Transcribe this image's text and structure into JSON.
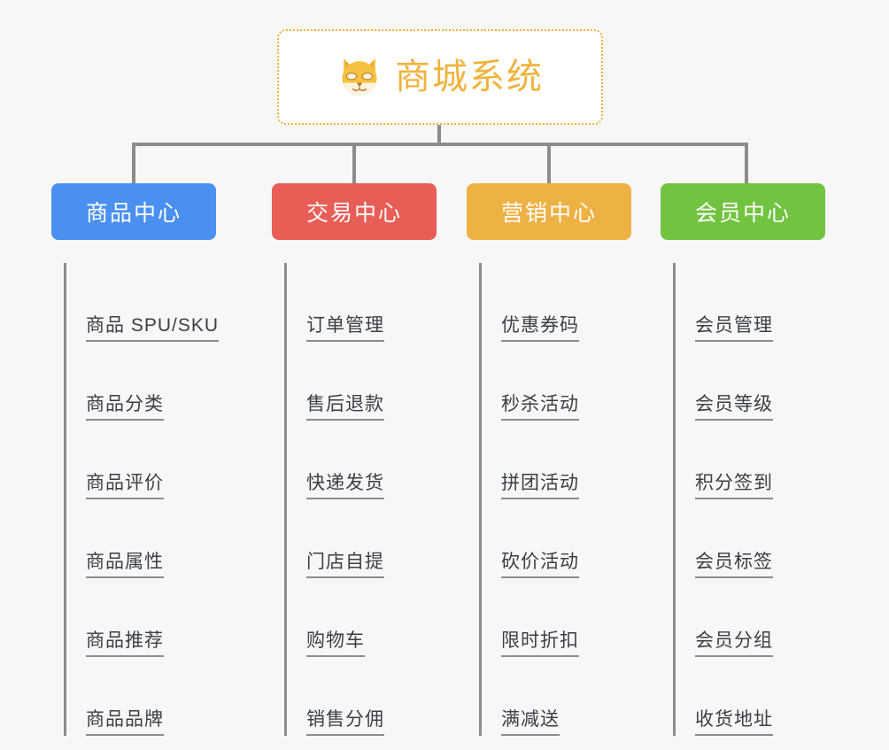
{
  "page": {
    "background_color": "#f7f7f7",
    "line_color": "#8c8c8c"
  },
  "root": {
    "title": "商城系统",
    "icon": "shiba-dog-emoji",
    "text_color": "#f0b33c",
    "border_color": "#f0b040",
    "background_color": "#ffffff"
  },
  "categories": [
    {
      "label": "商品中心",
      "color": "#4a90f0",
      "items": [
        "商品 SPU/SKU",
        "商品分类",
        "商品评价",
        "商品属性",
        "商品推荐",
        "商品品牌"
      ]
    },
    {
      "label": "交易中心",
      "color": "#e85d55",
      "items": [
        "订单管理",
        "售后退款",
        "快递发货",
        "门店自提",
        "购物车",
        "销售分佣"
      ]
    },
    {
      "label": "营销中心",
      "color": "#eeb144",
      "items": [
        "优惠券码",
        "秒杀活动",
        "拼团活动",
        "砍价活动",
        "限时折扣",
        "满减送"
      ]
    },
    {
      "label": "会员中心",
      "color": "#72c340",
      "items": [
        "会员管理",
        "会员等级",
        "积分签到",
        "会员标签",
        "会员分组",
        "收货地址"
      ]
    }
  ]
}
